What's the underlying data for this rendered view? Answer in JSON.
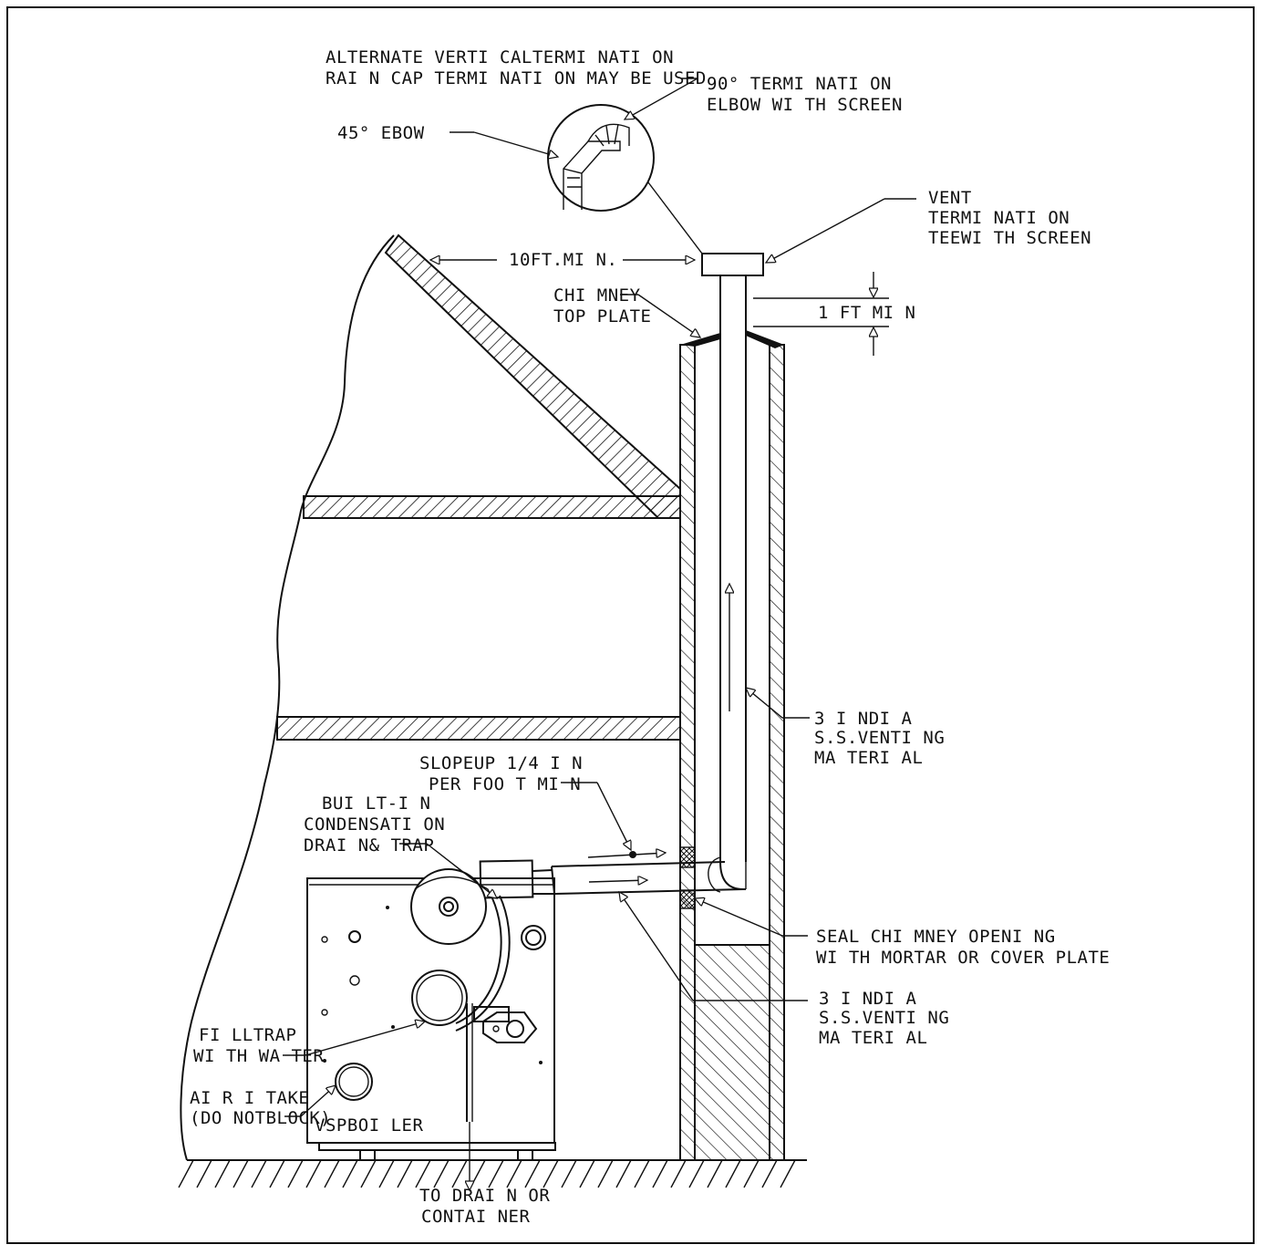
{
  "labels": {
    "alt_vertical": "ALTERNATE VERTI CALTERMI NATI ON",
    "rain_cap": "RAI N CAP TERMI NATI ON MAY BE USED",
    "elbow90_l1": "90° TERMI NATI ON",
    "elbow90_l2": "ELBOW WI TH SCREEN",
    "elbow45": "45° EBOW",
    "vent_l1": "VENT",
    "vent_l2": "TERMI NATI ON",
    "vent_l3": "TEEWI TH SCREEN",
    "ten_ft": "10FT.MI N.",
    "chimney_l1": "CHI MNEY",
    "chimney_l2": "TOP PLATE",
    "one_ft": "1 FT MI N",
    "slope_l1": "SLOPEUP 1/4 I N",
    "slope_l2": "PER FOO T MI N",
    "builtin_l1": "BUI LT-I N",
    "builtin_l2": "CONDENSATI ON",
    "builtin_l3": "DRAI N& TRAP",
    "india1_l1": "3 I NDI A",
    "india1_l2": "S.S.VENTI NG",
    "india1_l3": "MA TERI AL",
    "seal_l1": "SEAL CHI MNEY OPENI NG",
    "seal_l2": "WI TH MORTAR OR COVER PLATE",
    "india2_l1": "3 I NDI A",
    "india2_l2": "S.S.VENTI NG",
    "india2_l3": "MA TERI AL",
    "filltrap_l1": "FI LLTRAP",
    "filltrap_l2": "WI TH WA TER",
    "air_l1": "AI R I TAKE",
    "air_l2": "(DO NOTBLOCK)",
    "boiler": "VSPBOI LER",
    "drain_l1": "TO DRAI N OR",
    "drain_l2": "CONTAI NER"
  }
}
